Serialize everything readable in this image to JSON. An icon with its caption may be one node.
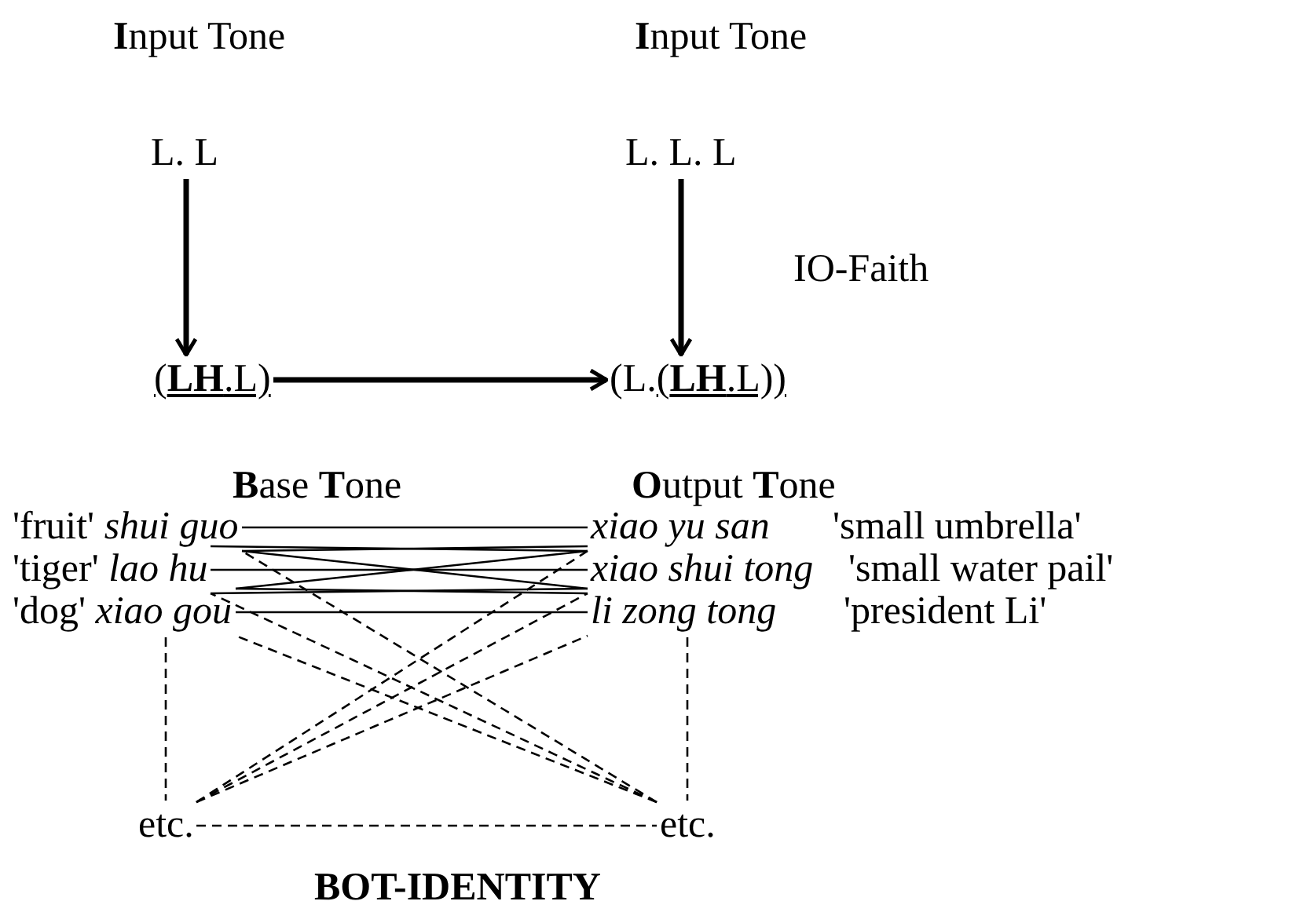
{
  "diagram": {
    "nodes": [
      {
        "text": [
          "L. L"
        ]
      },
      {
        "text": [
          "L. L. L"
        ]
      },
      {
        "text": [
          "(**LH**.L)"
        ]
      },
      {
        "text": [
          "(L.",
          "(**LH**.L))"
        ]
      },
      {
        "text": [
          "'fruit' *shui guo*"
        ]
      },
      {
        "text": [
          "'tiger' *lao hu*"
        ]
      },
      {
        "text": [
          "'dog' *xiao gou*"
        ]
      },
      {
        "text": [
          "etc."
        ]
      },
      {
        "text": [
          "*xiao yu san*"
        ]
      },
      {
        "text": [
          "*xiao shui tong*"
        ]
      },
      {
        "text": [
          "*li zong tong*"
        ]
      },
      {
        "text": [
          "etc."
        ]
      }
    ],
    "edges": [
      {
        "from": 0,
        "to": 2,
        "arrow": "to",
        "style": "thick"
      },
      {
        "from": 1,
        "to": 3,
        "arrow": "to",
        "style": "thick"
      },
      {
        "from": 2,
        "to": 3,
        "arrow": "to",
        "style": "thick"
      },
      {
        "from": 4,
        "to": 8,
        "arrow": "none"
      },
      {
        "from": 4,
        "to": 9,
        "arrow": "none"
      },
      {
        "from": 4,
        "to": 10,
        "arrow": "none"
      },
      {
        "from": 5,
        "to": 8,
        "arrow": "none"
      },
      {
        "from": 5,
        "to": 9,
        "arrow": "none"
      },
      {
        "from": 5,
        "to": 10,
        "arrow": "none"
      },
      {
        "from": 6,
        "to": 8,
        "arrow": "none"
      },
      {
        "from": 6,
        "to": 9,
        "arrow": "none"
      },
      {
        "from": 6,
        "to": 10,
        "arrow": "none"
      },
      {
        "from": 7,
        "to": 8,
        "arrow": "none",
        "style": "dashed"
      },
      {
        "from": 7,
        "to": 9,
        "arrow": "none",
        "style": "dashed"
      },
      {
        "from": 7,
        "to": 10,
        "arrow": "none",
        "style": "dashed"
      },
      {
        "from": 11,
        "to": 4,
        "arrow": "none",
        "style": "dashed"
      },
      {
        "from": 11,
        "to": 5,
        "arrow": "none",
        "style": "dashed"
      },
      {
        "from": 11,
        "to": 6,
        "arrow": "none",
        "style": "dashed"
      },
      {
        "from": 7,
        "to": 11,
        "arrow": "none",
        "style": "dashed"
      },
      {
        "from": 6,
        "to": 7,
        "arrow": "none",
        "style": "dashed"
      },
      {
        "from": 10,
        "to": 11,
        "arrow": "none",
        "style": "dashed"
      }
    ],
    "labels": [
      "**I**nput Tone",
      "**I**nput Tone",
      "IO-Faith",
      "**B**ase **T**one",
      "**O**utput **T**one",
      "'small umbrella'",
      "'small water pail'",
      "'president Li'",
      "BOT-IDENTITY"
    ]
  }
}
